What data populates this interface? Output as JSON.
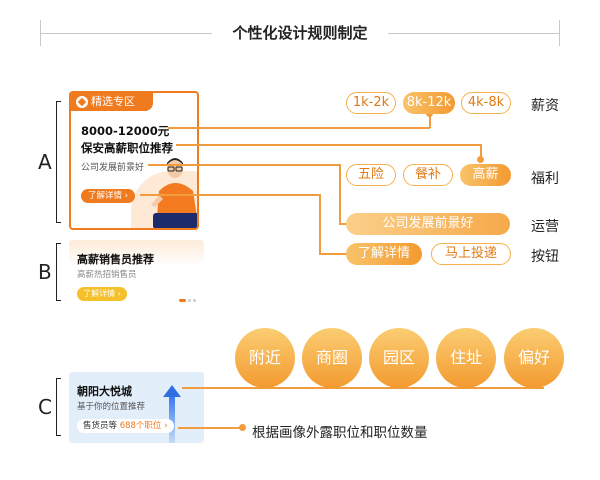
{
  "title": "个性化设计规则制定",
  "sections": {
    "a": "A",
    "b": "B",
    "c": "C"
  },
  "card_a": {
    "header": "精选专区",
    "salary": "8000-12000元",
    "job": "保安高薪职位推荐",
    "desc": "公司发展前景好",
    "button": "了解详情 ›"
  },
  "card_b": {
    "title": "高薪销售员推荐",
    "subtitle": "高薪热招销售员",
    "button": "了解详情 ›"
  },
  "card_c": {
    "title": "朝阳大悦城",
    "subtitle": "基于你的位置推荐",
    "pill_prefix": "售货员等 ",
    "pill_highlight": "688个职位 ›"
  },
  "salary_row": {
    "label": "薪资",
    "items": [
      "1k-2k",
      "8k-12k",
      "4k-8k"
    ]
  },
  "welfare_row": {
    "label": "福利",
    "items": [
      "五险",
      "餐补",
      "高薪"
    ]
  },
  "ops_row": {
    "label": "运营",
    "item": "公司发展前景好"
  },
  "button_row": {
    "label": "按钮",
    "items": [
      "了解详情",
      "马上投递"
    ]
  },
  "location_circles": [
    "附近",
    "商圈",
    "园区",
    "住址",
    "偏好"
  ],
  "caption": "根据画像外露职位和职位数量",
  "colors": {
    "accent": "#f07a1e",
    "light_accent": "#f5b14a",
    "blue": "#2f6fe0"
  }
}
